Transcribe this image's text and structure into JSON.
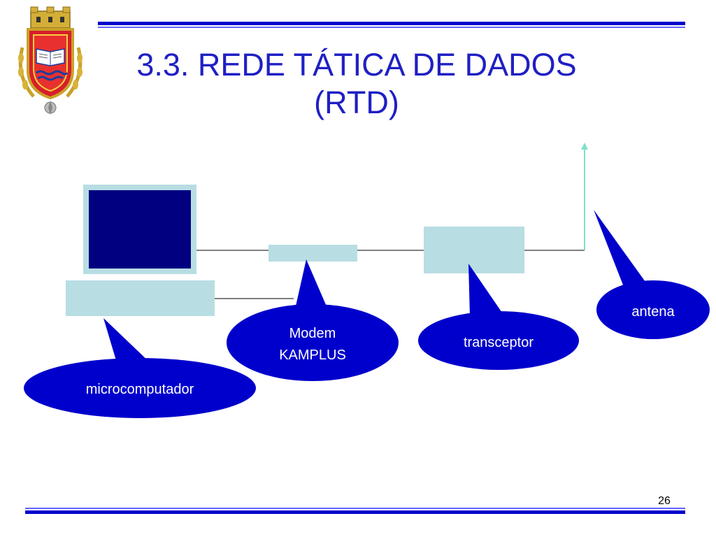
{
  "slide": {
    "title_line1": "3.3. REDE TÁTICA DE DADOS",
    "title_line2": "(RTD)",
    "page_number": "26"
  },
  "crest": {
    "icon": "naval-school-coat-of-arms-icon",
    "book_text_left": "PAVIDI PAVID",
    "book_text_right": "NAVIS NOVIS"
  },
  "diagram": {
    "nodes": [
      "microcomputador",
      "Modem KAMPLUS",
      "transceptor",
      "antena"
    ],
    "callouts": {
      "microcomputador": "microcomputador",
      "modem_line1": "Modem",
      "modem_line2": "KAMPLUS",
      "transceptor": "transceptor",
      "antena": "antena"
    }
  },
  "colors": {
    "title": "#1f1fc4",
    "rule_dark": "#0000cc",
    "rule_light": "#6666ff",
    "bubble": "#0000cc",
    "device": "#b8dde3",
    "monitor_screen": "#000080",
    "antenna": "#7fe0c8"
  }
}
